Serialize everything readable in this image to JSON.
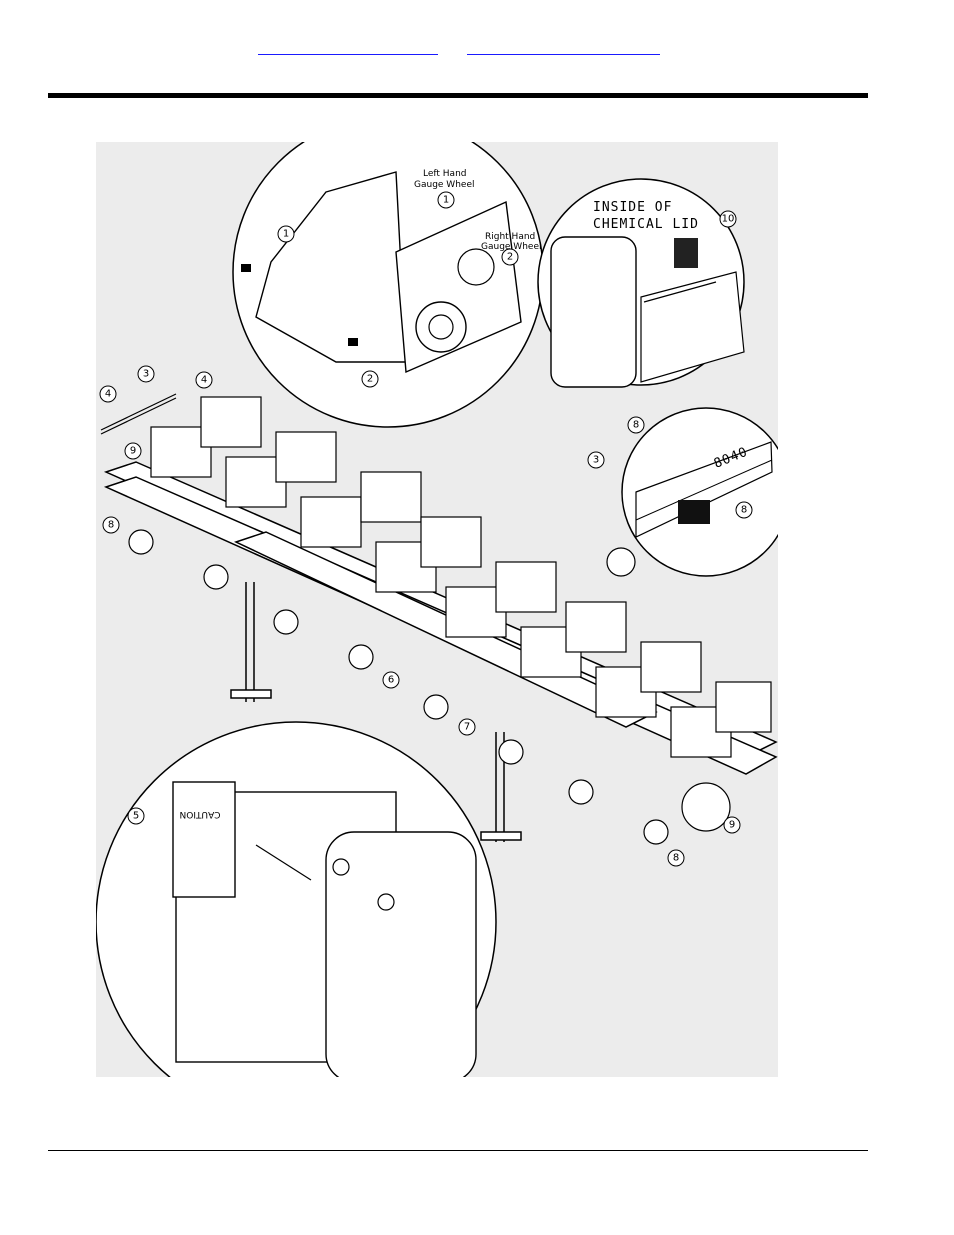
{
  "header": {
    "links": [
      {
        "label": ""
      },
      {
        "label": ""
      }
    ]
  },
  "figure": {
    "top_left_inset": {
      "left_hand_label_line1": "Left Hand",
      "left_hand_label_line2": "Gauge Wheel",
      "right_hand_label_line1": "Right Hand",
      "right_hand_label_line2": "Gauge Wheel"
    },
    "top_right_inset": {
      "line1": "INSIDE OF",
      "line2": "CHEMICAL LID"
    },
    "mid_right_inset": {
      "model_text": "8040"
    },
    "bottom_left_inset": {
      "decal_title": "CAUTION"
    },
    "callouts": [
      "1",
      "1",
      "2",
      "2",
      "10",
      "3",
      "4",
      "8",
      "3",
      "8",
      "4",
      "9",
      "8",
      "6",
      "7",
      "9",
      "8",
      "5"
    ]
  }
}
